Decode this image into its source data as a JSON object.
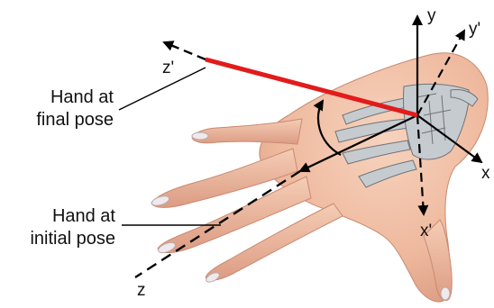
{
  "labels": {
    "final_pose_line1": "Hand at",
    "final_pose_line2": "final pose",
    "initial_pose_line1": "Hand at",
    "initial_pose_line2": "initial pose"
  },
  "axes": {
    "fixed": {
      "x": "x",
      "y": "y",
      "z": "z"
    },
    "moving": {
      "x": "x'",
      "y": "y'",
      "z": "z'"
    }
  },
  "colors": {
    "skin": "#f3c2a8",
    "skin_shadow": "#d99a82",
    "bone": "#c6cbd0",
    "nail": "#efe9ec",
    "axis": "#000000",
    "highlight": "#e21b1b"
  },
  "icons": {
    "rotation_arrow": "curved-arrow",
    "axis_arrow": "arrow-head"
  }
}
